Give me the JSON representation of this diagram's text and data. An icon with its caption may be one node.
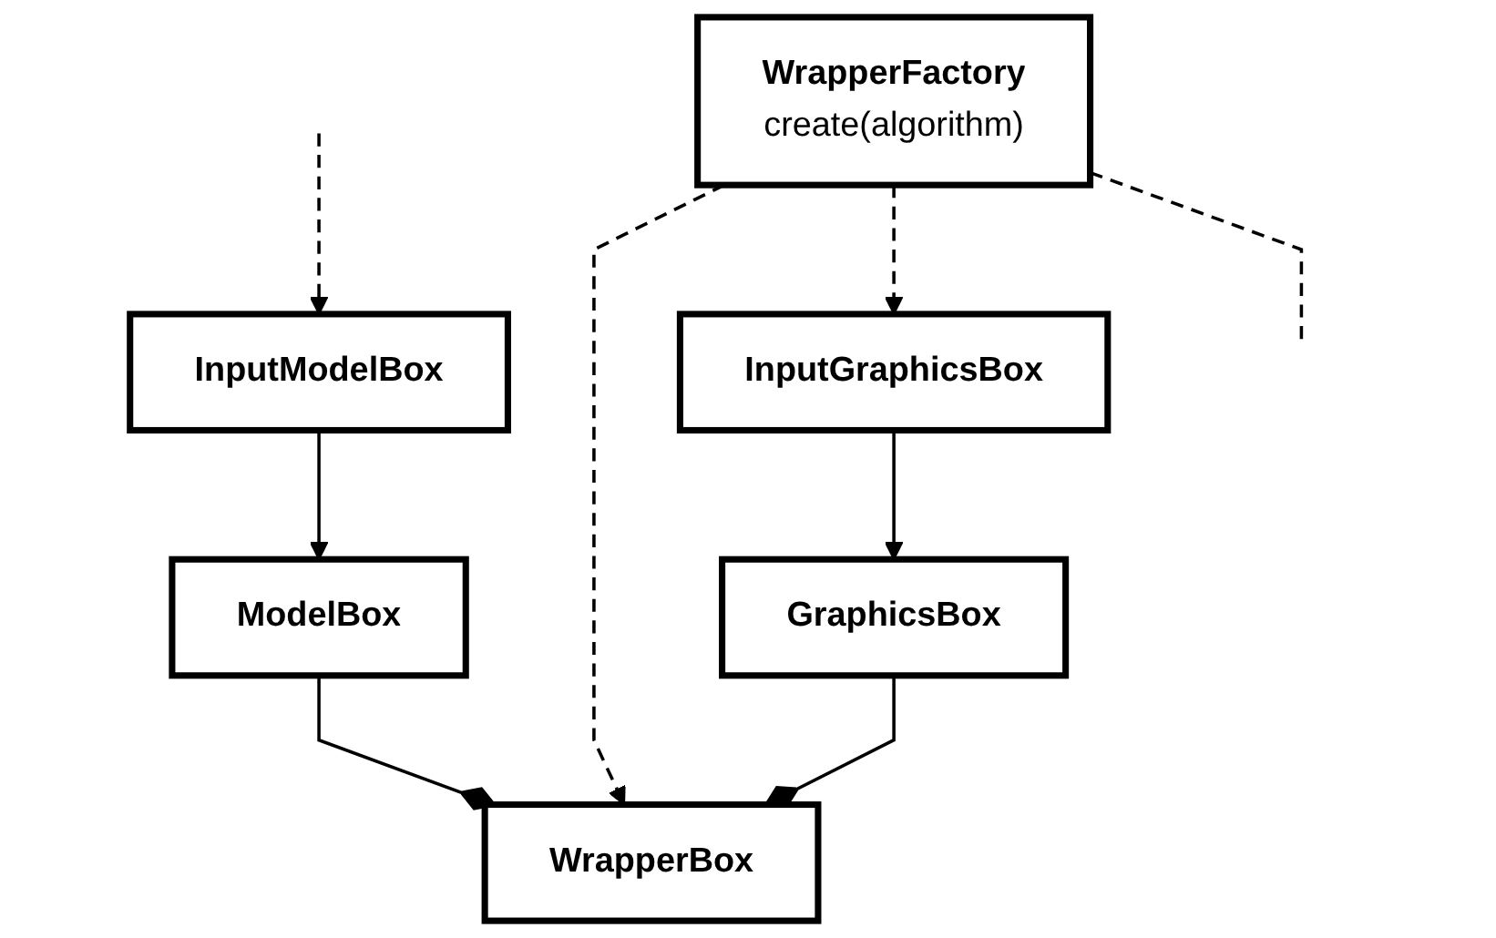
{
  "diagram": {
    "nodes": [
      {
        "text": [
          "WrapperBox"
        ]
      },
      {
        "text": [
          "WrapperFactory",
          "create(algorithm)"
        ]
      },
      {
        "text": [
          "ModelBox"
        ]
      },
      {
        "text": [
          "GraphicsBox"
        ]
      },
      {
        "text": [
          "InputModelBox"
        ]
      },
      {
        "text": [
          "InputGraphicsBox"
        ]
      }
    ],
    "edges": [
      {
        "from": 1,
        "to": 0,
        "arrow": "to",
        "style": "dashed"
      },
      {
        "from": 2,
        "to": 0,
        "arrow": "other"
      },
      {
        "from": 3,
        "to": 0,
        "arrow": "other"
      },
      {
        "from": 4,
        "to": 2,
        "arrow": "to"
      },
      {
        "from": 5,
        "to": 3,
        "arrow": "to"
      },
      {
        "from": 1,
        "to": 5,
        "arrow": "to",
        "style": "dashed"
      },
      {
        "from": 1,
        "to": null,
        "arrow": "none",
        "style": "dashed"
      },
      {
        "from": null,
        "to": 4,
        "arrow": "to",
        "style": "dashed"
      }
    ]
  }
}
